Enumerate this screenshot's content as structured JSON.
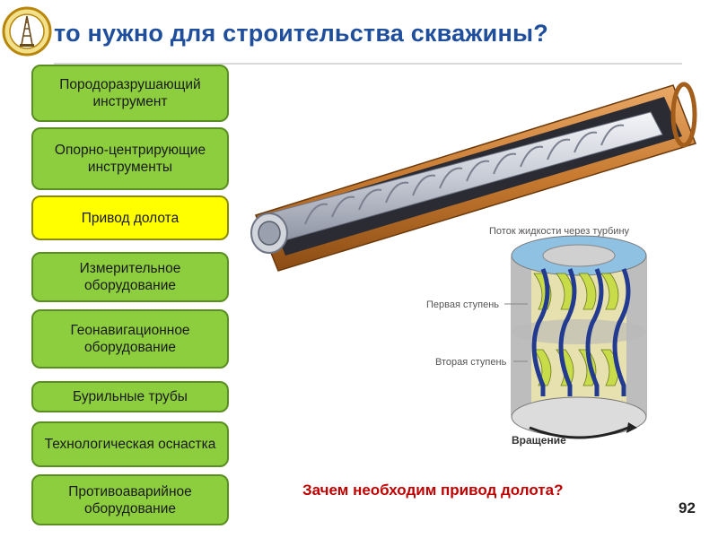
{
  "header": {
    "title": "то нужно для строительства скважины?"
  },
  "menu": {
    "items": [
      {
        "label": "Породоразрушающий инструмент"
      },
      {
        "label": "Опорно-центрирующие инструменты"
      },
      {
        "label": "Привод долота"
      },
      {
        "label": "Измерительное оборудование"
      },
      {
        "label": "Геонавигационное оборудование"
      },
      {
        "label": "Бурильные трубы"
      },
      {
        "label": "Технологическая оснастка"
      },
      {
        "label": "Противоаварийное оборудование"
      }
    ]
  },
  "diagram": {
    "flow_label": "Поток жидкости через турбину",
    "stage1_label": "Первая ступень",
    "stage2_label": "Вторая ступень",
    "rotation_label": "Вращение"
  },
  "question": "Зачем необходим привод долота?",
  "page_number": "92",
  "colors": {
    "accent_green": "#8dce3e",
    "active_yellow": "#ffff00",
    "title_blue": "#1f4e9c",
    "question_red": "#c00000"
  }
}
